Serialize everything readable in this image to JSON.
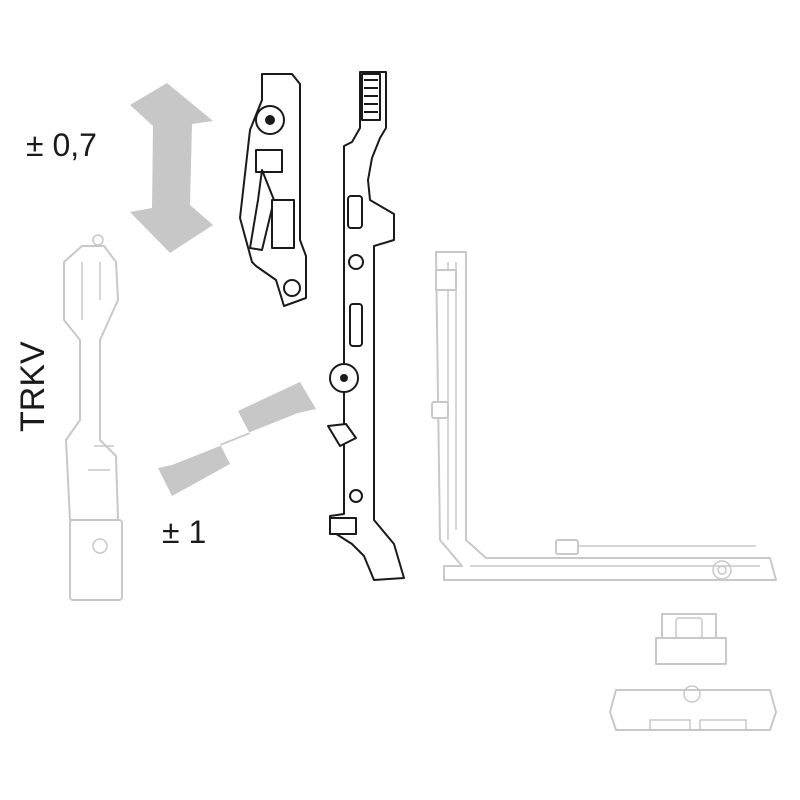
{
  "labels": {
    "vertical_adjust": "± 0,7",
    "lateral_adjust": "± 1",
    "part_name": "TRKV"
  },
  "colors": {
    "ink": "#1a1a1a",
    "ghost": "#c8c8c8",
    "arrow": "#c7c7c7",
    "background": "#ffffff"
  },
  "icons": {
    "vertical_arrow": "double-arrow-vertical-icon",
    "diagonal_arrow": "double-arrow-diagonal-icon"
  }
}
